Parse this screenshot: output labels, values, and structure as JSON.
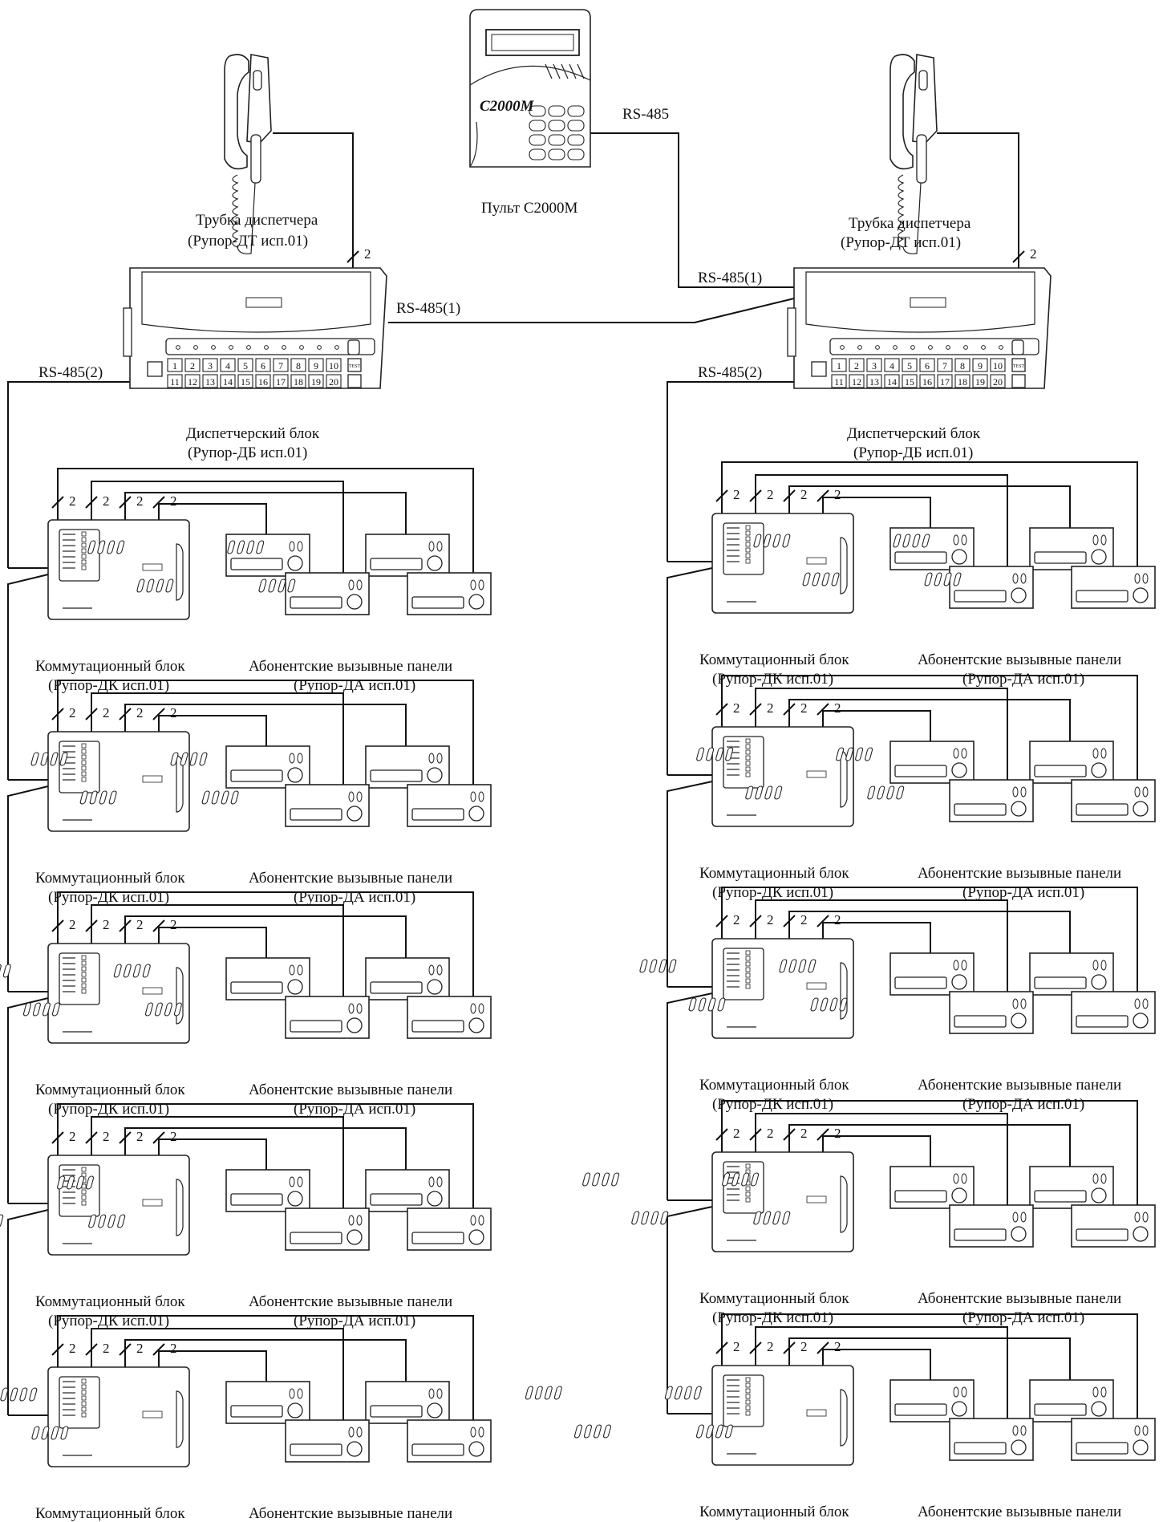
{
  "console": {
    "model_text": "C2000M",
    "label": "Пульт С2000М",
    "link_label": "RS-485"
  },
  "handsets": [
    {
      "line1": "Трубка диспетчера",
      "line2": "(Рупор-ДТ исп.01)",
      "pair": "2"
    },
    {
      "line1": "Трубка диспетчера",
      "line2": "(Рупор-ДТ исп.01)",
      "pair": "2"
    }
  ],
  "dispatch_blocks": [
    {
      "line1": "Диспетчерский блок",
      "line2": "(Рупор-ДБ исп.01)",
      "rs1": "RS-485(1)",
      "rs2": "RS-485(2)"
    },
    {
      "line1": "Диспетчерский блок",
      "line2": "(Рупор-ДБ исп.01)",
      "rs1": "RS-485(1)",
      "rs2": "RS-485(2)"
    }
  ],
  "front_panel": {
    "buttons_row1": [
      "1",
      "2",
      "3",
      "4",
      "5",
      "6",
      "7",
      "8",
      "9",
      "10"
    ],
    "buttons_row2": [
      "11",
      "12",
      "13",
      "14",
      "15",
      "16",
      "17",
      "18",
      "19",
      "20"
    ],
    "test_label": "TEST"
  },
  "switch_units": {
    "label_line1": "Коммутационный блок",
    "label_line2": "(Рупор-ДК исп.01)",
    "panels_line1": "Абонентские вызывные панели",
    "panels_line2": "(Рупор-ДА исп.01)",
    "pair_marks": [
      "2",
      "2",
      "2",
      "2"
    ],
    "per_column": 5
  }
}
